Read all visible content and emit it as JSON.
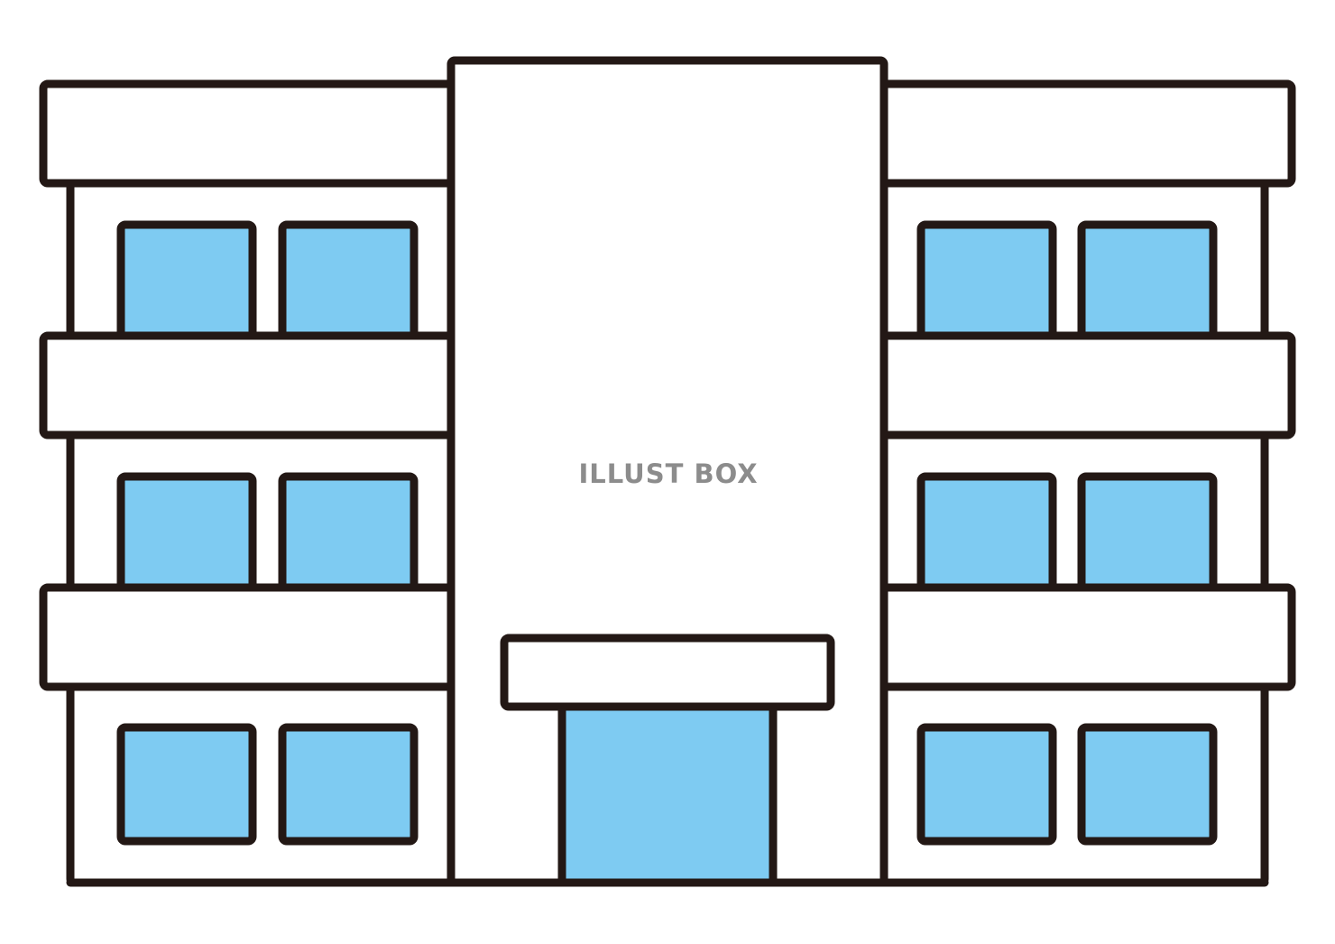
{
  "watermark": {
    "text": "ILLUST BOX"
  },
  "colors": {
    "outline": "#231815",
    "wall": "#ffffff",
    "glass": "#7ecbf2",
    "watermark": "#8c8c8c"
  },
  "building": {
    "type": "three-story-apartment",
    "floors": 3,
    "windows_per_floor": 4,
    "entrance": "door-with-canopy"
  }
}
